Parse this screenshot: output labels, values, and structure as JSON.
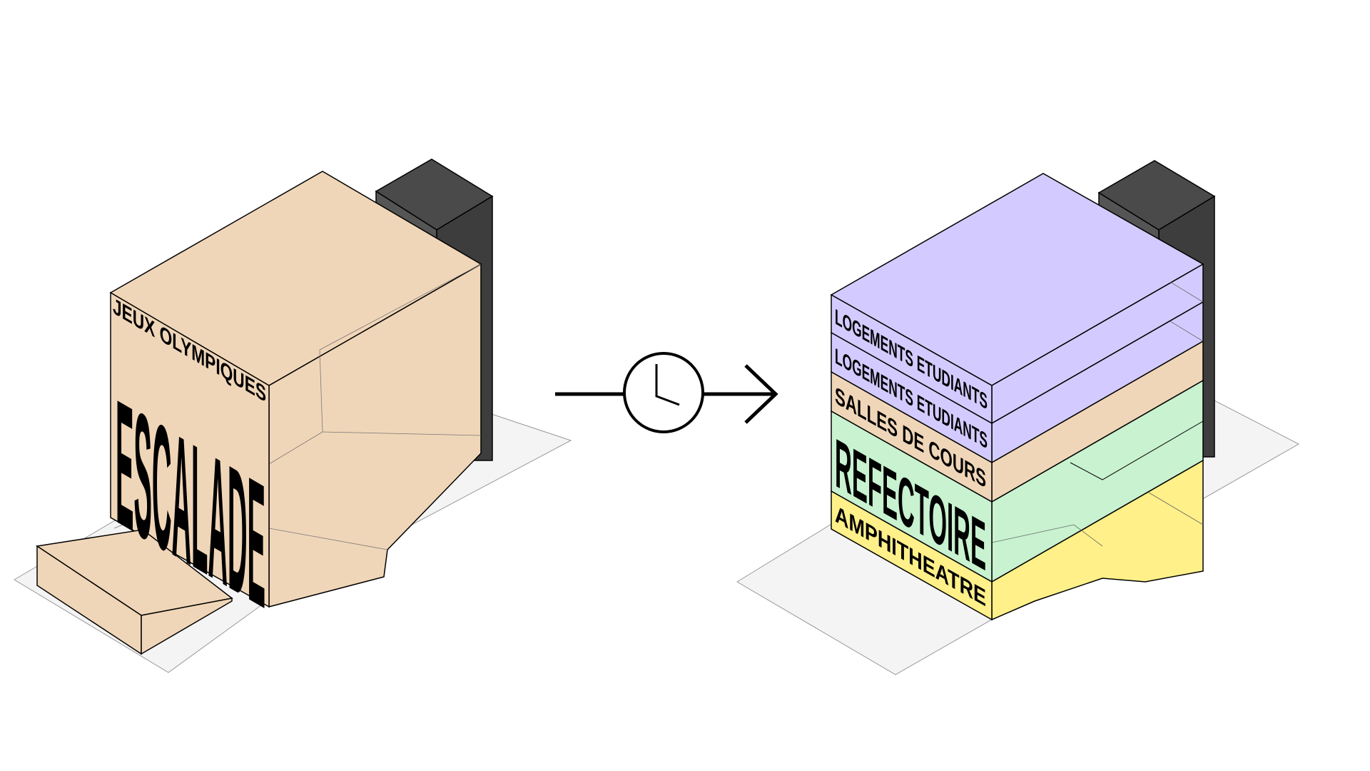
{
  "before": {
    "subtitle": "JEUX OLYMPIQUES",
    "title": "ESCALADE",
    "color": "#f0d6b8"
  },
  "transition": {
    "icon": "clock-icon",
    "arrow": "arrow-right-icon"
  },
  "after": {
    "levels": [
      {
        "label": "LOGEMENTS ETUDIANTS",
        "color": "#d3cbff"
      },
      {
        "label": "LOGEMENTS ETUDIANTS",
        "color": "#d3cbff"
      },
      {
        "label": "SALLES DE COURS",
        "color": "#f0d6b8"
      },
      {
        "label": "REFECTOIRE",
        "color": "#c8f2d0"
      },
      {
        "label": "AMPHITHEATRE",
        "color": "#fff089"
      }
    ]
  },
  "colors": {
    "tower": "#4a4a4a",
    "ground": "#f4f4f4",
    "line": "#000000"
  }
}
